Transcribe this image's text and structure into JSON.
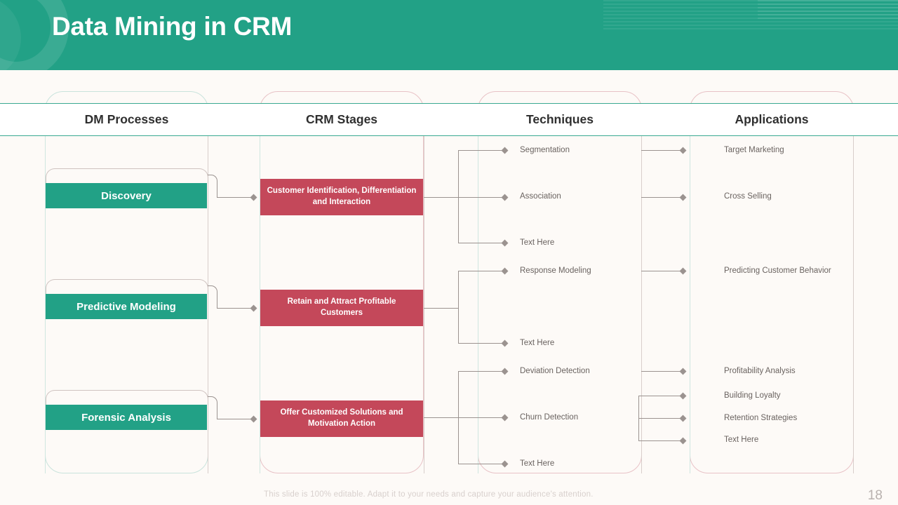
{
  "slide": {
    "title": "Data Mining in CRM",
    "page_number": "18",
    "footer_note": "This slide is 100% editable. Adapt it to your needs and capture your audience's attention."
  },
  "colors": {
    "banner": "#22a186",
    "teal": "#22a186",
    "red": "#c4485a",
    "background": "#fdfaf7",
    "connector": "#9b9390",
    "text_muted": "#6a6360"
  },
  "columns": [
    {
      "key": "dm_processes",
      "label": "DM Processes"
    },
    {
      "key": "crm_stages",
      "label": "CRM Stages"
    },
    {
      "key": "techniques",
      "label": "Techniques"
    },
    {
      "key": "applications",
      "label": "Applications"
    }
  ],
  "dm_processes": {
    "items": [
      {
        "label": "Discovery"
      },
      {
        "label": "Predictive Modeling"
      },
      {
        "label": "Forensic Analysis"
      }
    ]
  },
  "crm_stages": {
    "items": [
      {
        "label": "Customer Identification, Differentiation and Interaction"
      },
      {
        "label": "Retain and Attract Profitable Customers"
      },
      {
        "label": "Offer Customized Solutions and Motivation Action"
      }
    ]
  },
  "techniques": {
    "groups": [
      {
        "items": [
          "Segmentation",
          "Association",
          "Text Here"
        ]
      },
      {
        "items": [
          "Response Modeling",
          "Text Here"
        ]
      },
      {
        "items": [
          "Deviation Detection",
          "Churn Detection",
          "Text Here"
        ]
      }
    ]
  },
  "applications": {
    "groups": [
      {
        "items": [
          "Target Marketing",
          "Cross Selling"
        ]
      },
      {
        "items": [
          "Predicting Customer Behavior"
        ]
      },
      {
        "items": [
          "Profitability Analysis"
        ]
      },
      {
        "items": [
          "Building Loyalty",
          "Retention Strategies",
          "Text Here"
        ]
      }
    ]
  }
}
